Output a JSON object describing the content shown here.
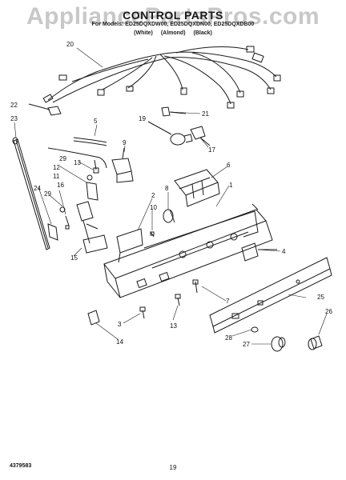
{
  "watermark": "AppliancePartsPros.com",
  "title": "CONTROL PARTS",
  "models": "For Models: ED25DQXDW00, ED25DQXDN00, ED25DQXDB00",
  "colors": [
    "(White)",
    "(Almond)",
    "(Black)"
  ],
  "callouts": [
    "20",
    "22",
    "23",
    "5",
    "21",
    "19",
    "17",
    "9",
    "13",
    "29",
    "12",
    "11",
    "6",
    "8",
    "1",
    "2",
    "10",
    "24",
    "29",
    "16",
    "15",
    "4",
    "25",
    "26",
    "7",
    "3",
    "13",
    "14",
    "28",
    "27"
  ],
  "footer": {
    "part_number": "4379583",
    "page_number": "19"
  }
}
